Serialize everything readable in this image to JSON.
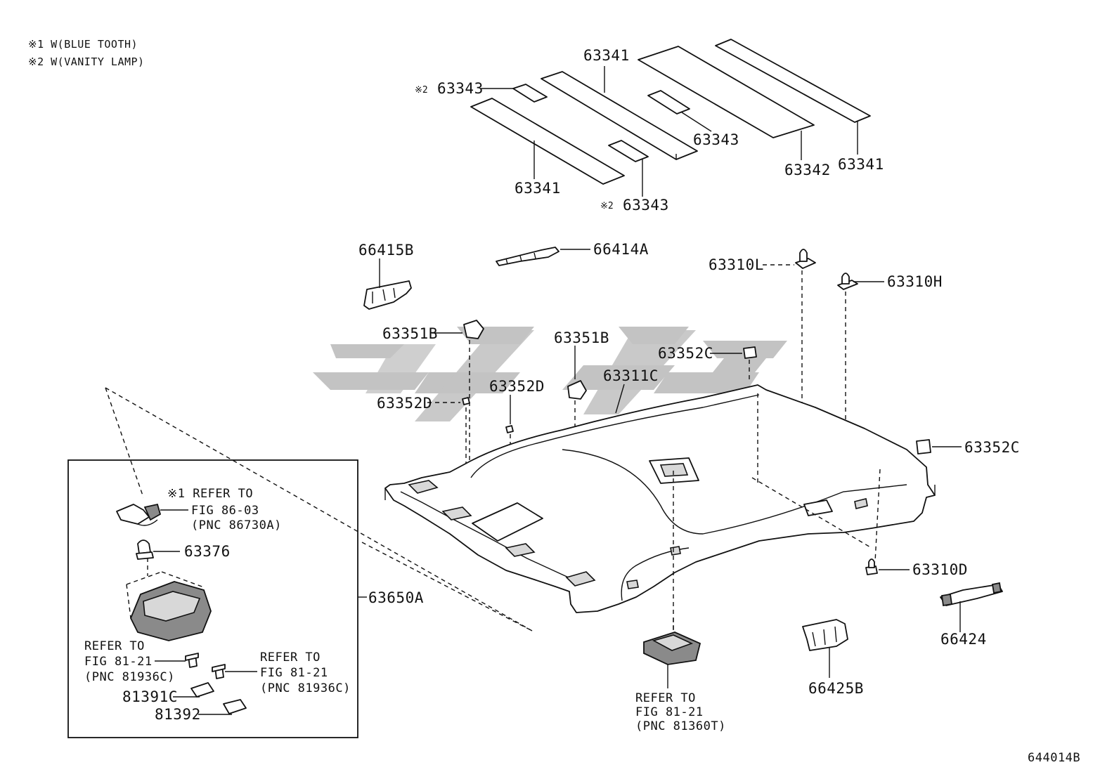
{
  "notes": [
    "※1 W(BLUE TOOTH)",
    "※2 W(VANITY LAMP)"
  ],
  "callouts": {
    "c63341_center": "63341",
    "c63343_topleft": "63343",
    "c63343_topleft_mark": "※2",
    "c63343_middle": "63343",
    "c63342": "63342",
    "c63341_right": "63341",
    "c63341_left": "63341",
    "c63343_bottom": "63343",
    "c63343_bottom_mark": "※2",
    "c66415B": "66415B",
    "c66414A": "66414A",
    "c63310L": "63310L",
    "c63310H": "63310H",
    "c63351B_left": "63351B",
    "c63351B_mid": "63351B",
    "c63352C_top": "63352C",
    "c63311C": "63311C",
    "c63352D_mid": "63352D",
    "c63352D_left": "63352D",
    "c63352C_right": "63352C",
    "c63376": "63376",
    "c63650A": "63650A",
    "c63310D": "63310D",
    "c66424": "66424",
    "c66425B": "66425B",
    "c81391C": "81391C",
    "c81392": "81392"
  },
  "refs": {
    "bluetooth": [
      "※1 REFER TO",
      "FIG 86-03",
      "(PNC 86730A)"
    ],
    "clip_left": [
      "REFER TO",
      "FIG 81-21",
      "(PNC 81936C)"
    ],
    "clip_right": [
      "REFER TO",
      "FIG 81-21",
      "(PNC 81936C)"
    ],
    "map_lamp": [
      "REFER TO",
      "FIG 81-21",
      "(PNC 81360T)"
    ]
  },
  "figure_code": "644014B",
  "watermark": "watermark-logo"
}
